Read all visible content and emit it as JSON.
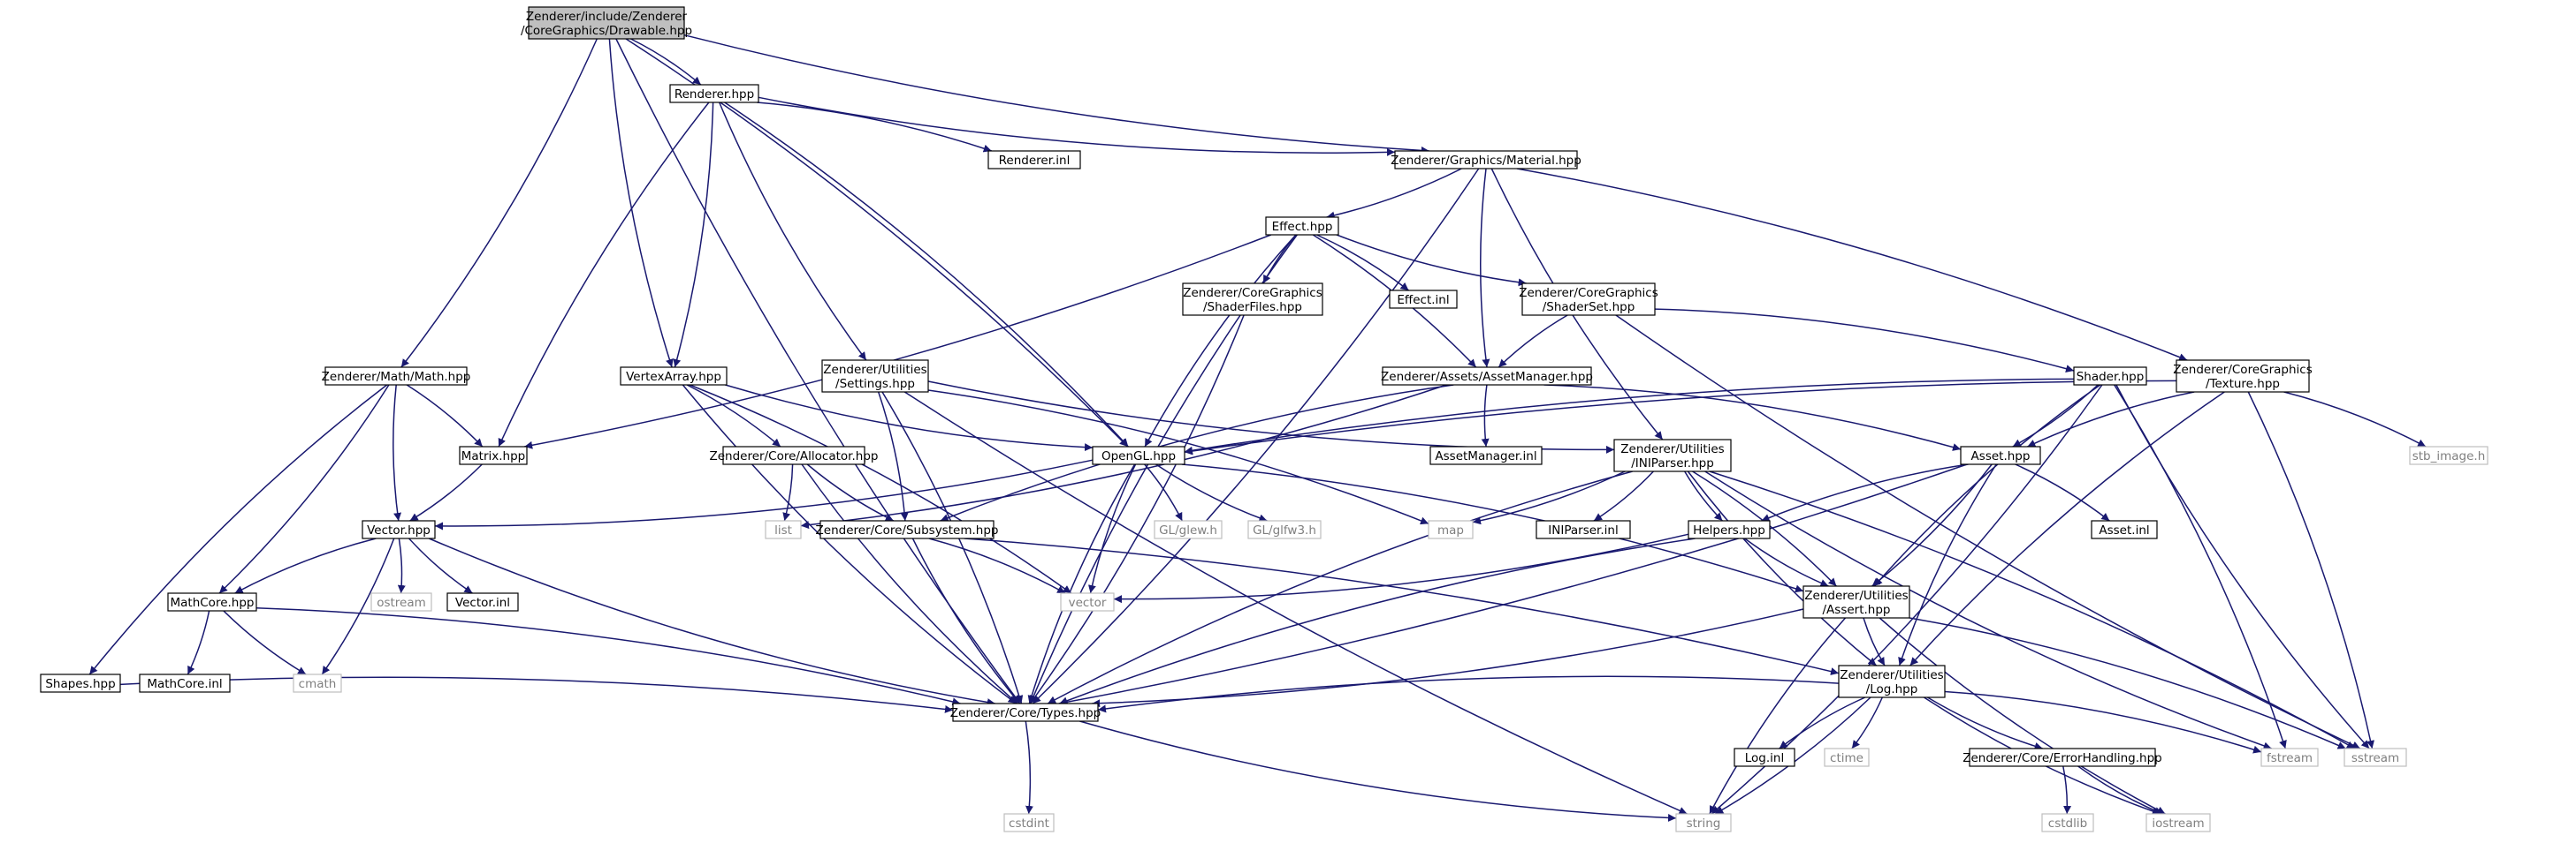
{
  "colors": {
    "edge": "#191970",
    "node_border": "#000000",
    "external_border": "#bfbfbf",
    "external_text": "#7f7f7f",
    "root_fill": "#bfbfbf",
    "fill": "#ffffff"
  },
  "nodes": [
    {
      "id": "drawable",
      "lines": [
        "Zenderer/include/Zenderer",
        "/CoreGraphics/Drawable.hpp"
      ],
      "kind": "root"
    },
    {
      "id": "renderer",
      "lines": [
        "Renderer.hpp"
      ],
      "kind": "normal"
    },
    {
      "id": "renderer_inl",
      "lines": [
        "Renderer.inl"
      ],
      "kind": "normal"
    },
    {
      "id": "material",
      "lines": [
        "Zenderer/Graphics/Material.hpp"
      ],
      "kind": "normal"
    },
    {
      "id": "effect",
      "lines": [
        "Effect.hpp"
      ],
      "kind": "normal"
    },
    {
      "id": "shaderfiles",
      "lines": [
        "Zenderer/CoreGraphics",
        "/ShaderFiles.hpp"
      ],
      "kind": "normal"
    },
    {
      "id": "effect_inl",
      "lines": [
        "Effect.inl"
      ],
      "kind": "normal"
    },
    {
      "id": "shaderset",
      "lines": [
        "Zenderer/CoreGraphics",
        "/ShaderSet.hpp"
      ],
      "kind": "normal"
    },
    {
      "id": "math",
      "lines": [
        "Zenderer/Math/Math.hpp"
      ],
      "kind": "normal"
    },
    {
      "id": "vertexarray",
      "lines": [
        "VertexArray.hpp"
      ],
      "kind": "normal"
    },
    {
      "id": "settings",
      "lines": [
        "Zenderer/Utilities",
        "/Settings.hpp"
      ],
      "kind": "normal"
    },
    {
      "id": "assetmanager",
      "lines": [
        "Zenderer/Assets/AssetManager.hpp"
      ],
      "kind": "normal"
    },
    {
      "id": "shader",
      "lines": [
        "Shader.hpp"
      ],
      "kind": "normal"
    },
    {
      "id": "texture",
      "lines": [
        "Zenderer/CoreGraphics",
        "/Texture.hpp"
      ],
      "kind": "normal"
    },
    {
      "id": "matrix",
      "lines": [
        "Matrix.hpp"
      ],
      "kind": "normal"
    },
    {
      "id": "allocator",
      "lines": [
        "Zenderer/Core/Allocator.hpp"
      ],
      "kind": "normal"
    },
    {
      "id": "opengl",
      "lines": [
        "OpenGL.hpp"
      ],
      "kind": "normal"
    },
    {
      "id": "assetmanager_inl",
      "lines": [
        "AssetManager.inl"
      ],
      "kind": "normal"
    },
    {
      "id": "iniparser",
      "lines": [
        "Zenderer/Utilities",
        "/INIParser.hpp"
      ],
      "kind": "normal"
    },
    {
      "id": "asset",
      "lines": [
        "Asset.hpp"
      ],
      "kind": "normal"
    },
    {
      "id": "stb_image",
      "lines": [
        "stb_image.h"
      ],
      "kind": "external"
    },
    {
      "id": "vector",
      "lines": [
        "Vector.hpp"
      ],
      "kind": "normal"
    },
    {
      "id": "list",
      "lines": [
        "list"
      ],
      "kind": "external"
    },
    {
      "id": "subsystem",
      "lines": [
        "Zenderer/Core/Subsystem.hpp"
      ],
      "kind": "normal"
    },
    {
      "id": "glew",
      "lines": [
        "GL/glew.h"
      ],
      "kind": "external"
    },
    {
      "id": "glfw3",
      "lines": [
        "GL/glfw3.h"
      ],
      "kind": "external"
    },
    {
      "id": "map",
      "lines": [
        "map"
      ],
      "kind": "external"
    },
    {
      "id": "iniparser_inl",
      "lines": [
        "INIParser.inl"
      ],
      "kind": "normal"
    },
    {
      "id": "helpers",
      "lines": [
        "Helpers.hpp"
      ],
      "kind": "normal"
    },
    {
      "id": "asset_inl",
      "lines": [
        "Asset.inl"
      ],
      "kind": "normal"
    },
    {
      "id": "mathcore",
      "lines": [
        "MathCore.hpp"
      ],
      "kind": "normal"
    },
    {
      "id": "ostream",
      "lines": [
        "ostream"
      ],
      "kind": "external"
    },
    {
      "id": "vector_inl",
      "lines": [
        "Vector.inl"
      ],
      "kind": "normal"
    },
    {
      "id": "vector_std",
      "lines": [
        "vector"
      ],
      "kind": "external"
    },
    {
      "id": "assert",
      "lines": [
        "Zenderer/Utilities",
        "/Assert.hpp"
      ],
      "kind": "normal"
    },
    {
      "id": "shapes",
      "lines": [
        "Shapes.hpp"
      ],
      "kind": "normal"
    },
    {
      "id": "mathcore_inl",
      "lines": [
        "MathCore.inl"
      ],
      "kind": "normal"
    },
    {
      "id": "cmath",
      "lines": [
        "cmath"
      ],
      "kind": "external"
    },
    {
      "id": "log",
      "lines": [
        "Zenderer/Utilities",
        "/Log.hpp"
      ],
      "kind": "normal"
    },
    {
      "id": "types",
      "lines": [
        "Zenderer/Core/Types.hpp"
      ],
      "kind": "normal"
    },
    {
      "id": "log_inl",
      "lines": [
        "Log.inl"
      ],
      "kind": "normal"
    },
    {
      "id": "ctime",
      "lines": [
        "ctime"
      ],
      "kind": "external"
    },
    {
      "id": "errorhandling",
      "lines": [
        "Zenderer/Core/ErrorHandling.hpp"
      ],
      "kind": "normal"
    },
    {
      "id": "fstream",
      "lines": [
        "fstream"
      ],
      "kind": "external"
    },
    {
      "id": "sstream",
      "lines": [
        "sstream"
      ],
      "kind": "external"
    },
    {
      "id": "cstdint",
      "lines": [
        "cstdint"
      ],
      "kind": "external"
    },
    {
      "id": "string",
      "lines": [
        "string"
      ],
      "kind": "external"
    },
    {
      "id": "cstdlib",
      "lines": [
        "cstdlib"
      ],
      "kind": "external"
    },
    {
      "id": "iostream",
      "lines": [
        "iostream"
      ],
      "kind": "external"
    }
  ],
  "edges": [
    [
      "drawable",
      "renderer"
    ],
    [
      "drawable",
      "material"
    ],
    [
      "drawable",
      "math"
    ],
    [
      "drawable",
      "vertexarray"
    ],
    [
      "drawable",
      "opengl"
    ],
    [
      "drawable",
      "types"
    ],
    [
      "renderer",
      "renderer_inl"
    ],
    [
      "renderer",
      "material"
    ],
    [
      "renderer",
      "vertexarray"
    ],
    [
      "renderer",
      "settings"
    ],
    [
      "renderer",
      "opengl"
    ],
    [
      "renderer",
      "matrix"
    ],
    [
      "material",
      "effect"
    ],
    [
      "material",
      "assetmanager"
    ],
    [
      "material",
      "texture"
    ],
    [
      "material",
      "iniparser"
    ],
    [
      "material",
      "types"
    ],
    [
      "effect",
      "shaderfiles"
    ],
    [
      "effect",
      "effect_inl"
    ],
    [
      "effect",
      "shaderset"
    ],
    [
      "effect",
      "assetmanager"
    ],
    [
      "effect",
      "opengl"
    ],
    [
      "effect",
      "matrix"
    ],
    [
      "effect",
      "types"
    ],
    [
      "shaderfiles",
      "types"
    ],
    [
      "shaderset",
      "assetmanager"
    ],
    [
      "shaderset",
      "shader"
    ],
    [
      "shaderset",
      "sstream"
    ],
    [
      "math",
      "matrix"
    ],
    [
      "math",
      "vector"
    ],
    [
      "math",
      "mathcore"
    ],
    [
      "math",
      "shapes"
    ],
    [
      "vertexarray",
      "allocator"
    ],
    [
      "vertexarray",
      "opengl"
    ],
    [
      "vertexarray",
      "vector_std"
    ],
    [
      "vertexarray",
      "types"
    ],
    [
      "settings",
      "subsystem"
    ],
    [
      "settings",
      "iniparser"
    ],
    [
      "settings",
      "map"
    ],
    [
      "settings",
      "string"
    ],
    [
      "settings",
      "types"
    ],
    [
      "assetmanager",
      "assetmanager_inl"
    ],
    [
      "assetmanager",
      "asset"
    ],
    [
      "assetmanager",
      "subsystem"
    ],
    [
      "assetmanager",
      "list"
    ],
    [
      "shader",
      "opengl"
    ],
    [
      "shader",
      "asset"
    ],
    [
      "shader",
      "assert"
    ],
    [
      "shader",
      "fstream"
    ],
    [
      "shader",
      "sstream"
    ],
    [
      "shader",
      "string"
    ],
    [
      "texture",
      "asset"
    ],
    [
      "texture",
      "stb_image"
    ],
    [
      "texture",
      "log"
    ],
    [
      "texture",
      "sstream"
    ],
    [
      "texture",
      "opengl"
    ],
    [
      "matrix",
      "vector"
    ],
    [
      "allocator",
      "subsystem"
    ],
    [
      "allocator",
      "list"
    ],
    [
      "allocator",
      "types"
    ],
    [
      "opengl",
      "glew"
    ],
    [
      "opengl",
      "glfw3"
    ],
    [
      "opengl",
      "vector"
    ],
    [
      "opengl",
      "vector_std"
    ],
    [
      "opengl",
      "assert"
    ],
    [
      "opengl",
      "types"
    ],
    [
      "iniparser",
      "iniparser_inl"
    ],
    [
      "iniparser",
      "helpers"
    ],
    [
      "iniparser",
      "assert"
    ],
    [
      "iniparser",
      "log"
    ],
    [
      "iniparser",
      "map"
    ],
    [
      "iniparser",
      "fstream"
    ],
    [
      "iniparser",
      "sstream"
    ],
    [
      "iniparser",
      "types"
    ],
    [
      "asset",
      "asset_inl"
    ],
    [
      "asset",
      "helpers"
    ],
    [
      "asset",
      "assert"
    ],
    [
      "asset",
      "log"
    ],
    [
      "asset",
      "types"
    ],
    [
      "vector",
      "mathcore"
    ],
    [
      "vector",
      "ostream"
    ],
    [
      "vector",
      "vector_inl"
    ],
    [
      "vector",
      "cmath"
    ],
    [
      "vector",
      "types"
    ],
    [
      "subsystem",
      "vector_std"
    ],
    [
      "subsystem",
      "types"
    ],
    [
      "subsystem",
      "log"
    ],
    [
      "helpers",
      "assert"
    ],
    [
      "helpers",
      "vector_std"
    ],
    [
      "helpers",
      "types"
    ],
    [
      "mathcore",
      "mathcore_inl"
    ],
    [
      "mathcore",
      "cmath"
    ],
    [
      "mathcore",
      "types"
    ],
    [
      "assert",
      "log"
    ],
    [
      "assert",
      "types"
    ],
    [
      "assert",
      "string"
    ],
    [
      "assert",
      "sstream"
    ],
    [
      "assert",
      "iostream"
    ],
    [
      "shapes",
      "types"
    ],
    [
      "log",
      "log_inl"
    ],
    [
      "log",
      "ctime"
    ],
    [
      "log",
      "errorhandling"
    ],
    [
      "log",
      "fstream"
    ],
    [
      "log",
      "iostream"
    ],
    [
      "log",
      "string"
    ],
    [
      "log",
      "types"
    ],
    [
      "types",
      "cstdint"
    ],
    [
      "types",
      "string"
    ],
    [
      "errorhandling",
      "cstdlib"
    ],
    [
      "errorhandling",
      "iostream"
    ]
  ]
}
